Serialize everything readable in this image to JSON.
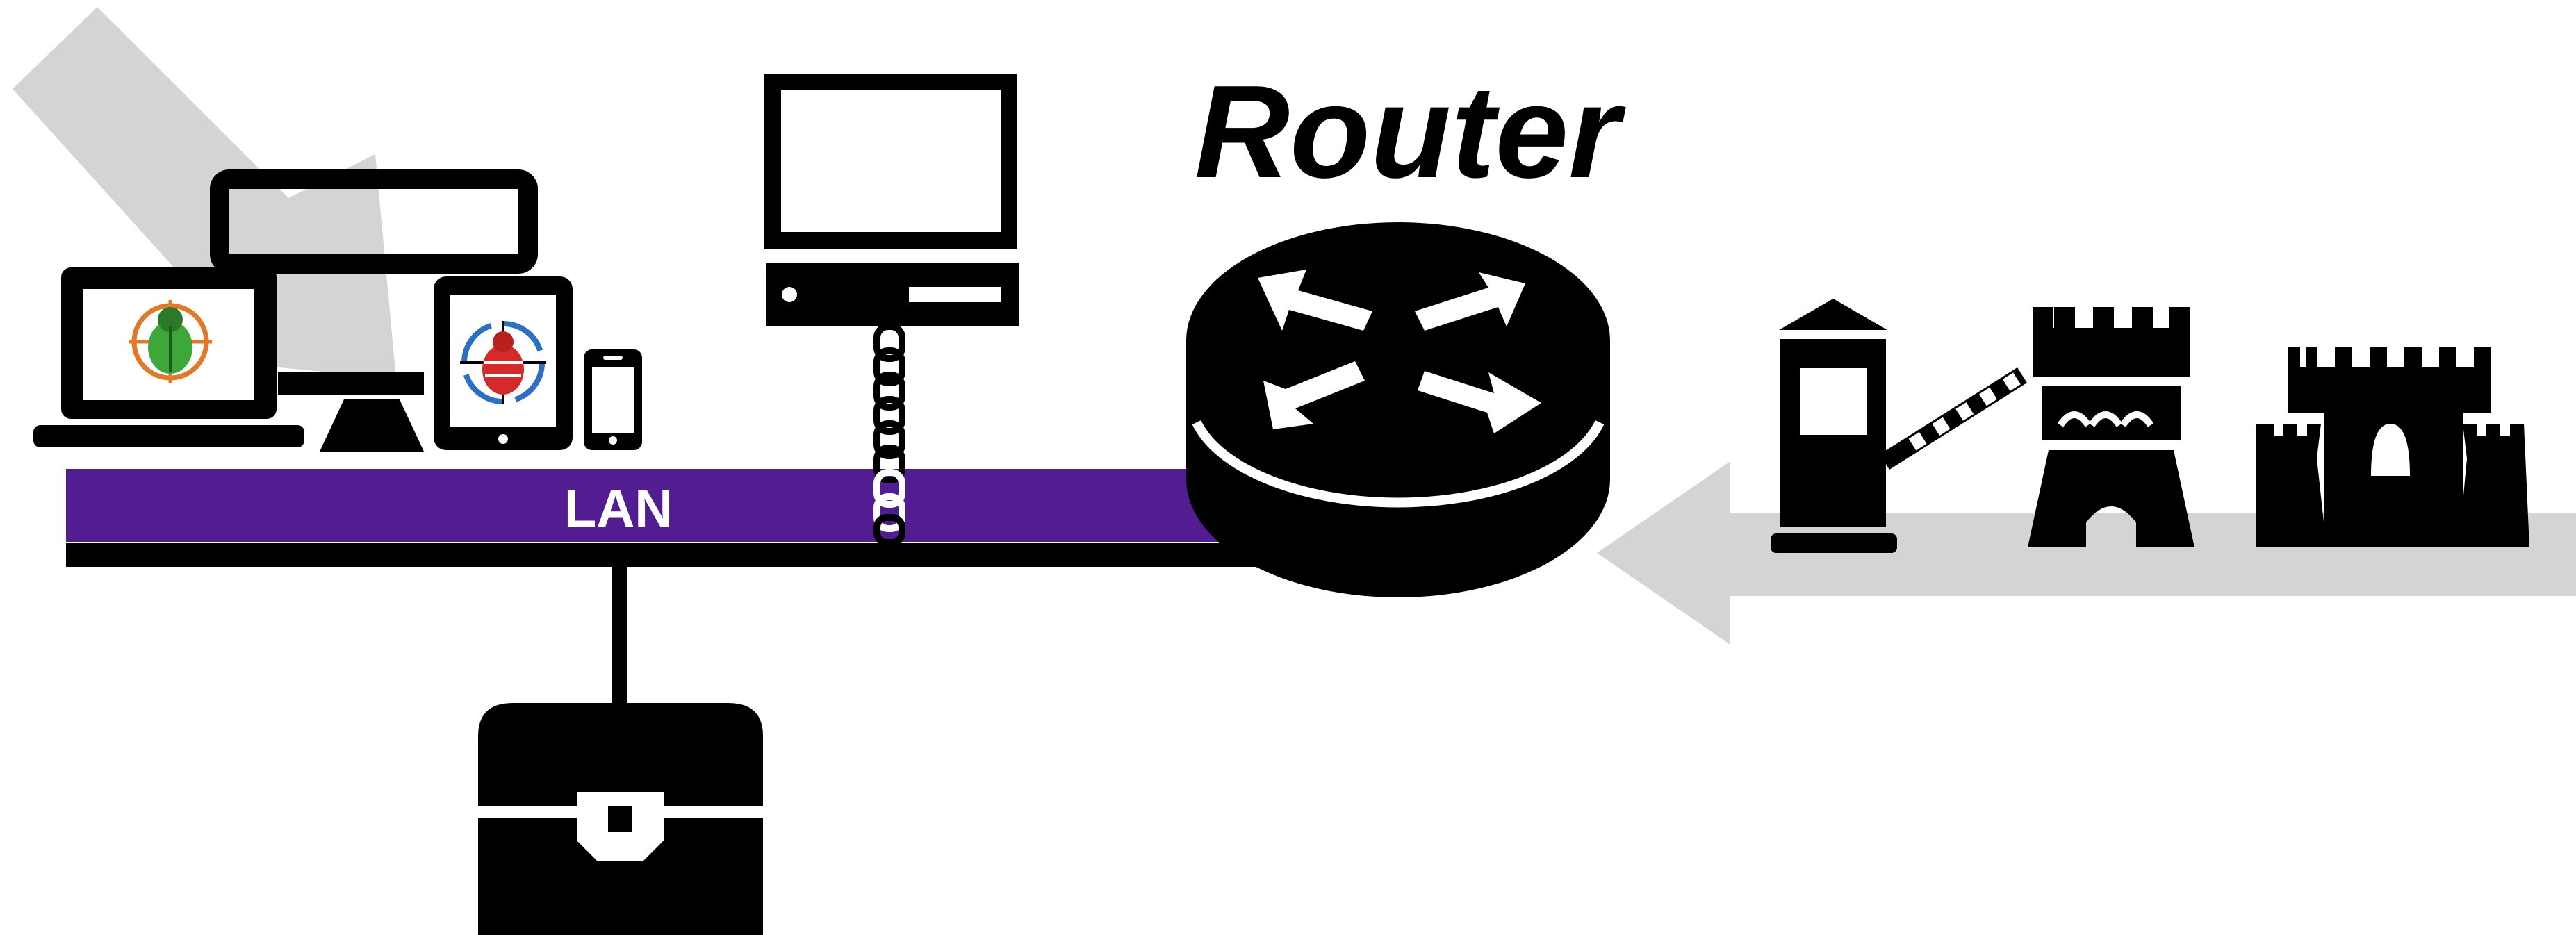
{
  "diagram": {
    "router_label": "Router",
    "lan_label": "LAN"
  },
  "colors": {
    "lan_bar": "#521d91",
    "arrow_gray": "#d4d4d4",
    "ink": "#000000",
    "background": "#ffffff",
    "bug_green": "#3fa63a",
    "bug_red": "#d42a2a",
    "target_orange": "#e07a2a",
    "target_blue": "#2d6fc3"
  },
  "icons": [
    "incoming-threat-arrow",
    "laptop-icon",
    "desktop-monitor-icon",
    "tablet-icon",
    "smartphone-icon",
    "green-bug-target-icon",
    "red-bug-target-icon",
    "server-icon",
    "chain-icon",
    "router-icon",
    "treasure-chest-icon",
    "guard-booth-icon",
    "barrier-gate-icon",
    "castle-tower-icon",
    "castle-icon",
    "wan-arrow"
  ]
}
